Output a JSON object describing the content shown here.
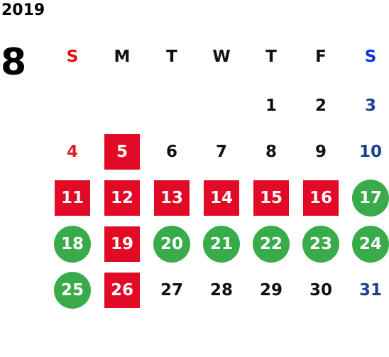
{
  "calendar": {
    "year": "2019",
    "month": "8",
    "weekdays": [
      "S",
      "M",
      "T",
      "W",
      "T",
      "F",
      "S"
    ],
    "colors": {
      "sunday": "#d8232a",
      "saturday": "#1f3f8f",
      "holiday_red": "#e20a25",
      "closed_green": "#39ab4a"
    },
    "weeks": [
      [
        {
          "day": "",
          "style": "none"
        },
        {
          "day": "",
          "style": "none"
        },
        {
          "day": "",
          "style": "none"
        },
        {
          "day": "",
          "style": "none"
        },
        {
          "day": "1",
          "style": "normal"
        },
        {
          "day": "2",
          "style": "normal"
        },
        {
          "day": "3",
          "style": "saturday"
        }
      ],
      [
        {
          "day": "4",
          "style": "sunday"
        },
        {
          "day": "5",
          "style": "red-square"
        },
        {
          "day": "6",
          "style": "normal"
        },
        {
          "day": "7",
          "style": "normal"
        },
        {
          "day": "8",
          "style": "normal"
        },
        {
          "day": "9",
          "style": "normal"
        },
        {
          "day": "10",
          "style": "saturday"
        }
      ],
      [
        {
          "day": "11",
          "style": "red-square"
        },
        {
          "day": "12",
          "style": "red-square"
        },
        {
          "day": "13",
          "style": "red-square"
        },
        {
          "day": "14",
          "style": "red-square"
        },
        {
          "day": "15",
          "style": "red-square"
        },
        {
          "day": "16",
          "style": "red-square"
        },
        {
          "day": "17",
          "style": "green-circle"
        }
      ],
      [
        {
          "day": "18",
          "style": "green-circle"
        },
        {
          "day": "19",
          "style": "red-square"
        },
        {
          "day": "20",
          "style": "green-circle"
        },
        {
          "day": "21",
          "style": "green-circle"
        },
        {
          "day": "22",
          "style": "green-circle"
        },
        {
          "day": "23",
          "style": "green-circle"
        },
        {
          "day": "24",
          "style": "green-circle"
        }
      ],
      [
        {
          "day": "25",
          "style": "green-circle"
        },
        {
          "day": "26",
          "style": "red-square"
        },
        {
          "day": "27",
          "style": "normal"
        },
        {
          "day": "28",
          "style": "normal"
        },
        {
          "day": "29",
          "style": "normal"
        },
        {
          "day": "30",
          "style": "normal"
        },
        {
          "day": "31",
          "style": "saturday"
        }
      ]
    ]
  }
}
